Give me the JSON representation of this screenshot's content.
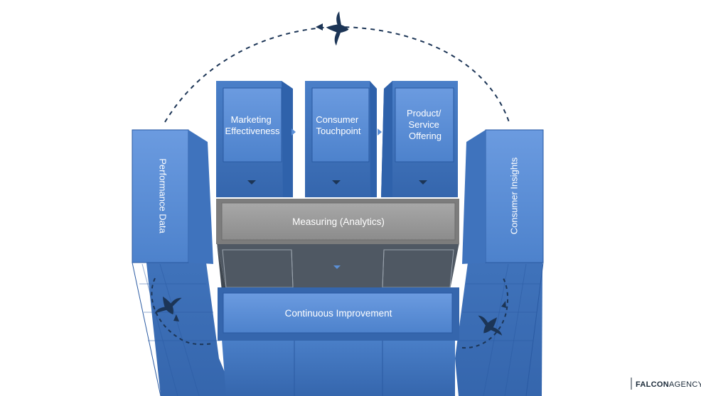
{
  "pillars": {
    "left": {
      "label": "Performance Data"
    },
    "right": {
      "label": "Consumer Insights"
    }
  },
  "columns": [
    {
      "lines": [
        "Marketing",
        "Effectiveness"
      ]
    },
    {
      "lines": [
        "Consumer",
        "Touchpoint"
      ]
    },
    {
      "lines": [
        "Product/",
        "Service",
        "Offering"
      ]
    }
  ],
  "bands": {
    "analytics": "Measuring (Analytics)",
    "improvement": "Continuous Improvement"
  },
  "brand": {
    "name_bold": "FALCON",
    "name_light": "AGENCY"
  },
  "colors": {
    "pillar_face": "#5b8fd6",
    "pillar_side": "#3f73bd",
    "pillar_edge": "#2a5aa2",
    "analytics_band": "#9a9a9a",
    "dark_gray": "#4f5863",
    "falcon": "#1c3556",
    "dashed_path": "#1c3556"
  },
  "icons": [
    "falcon-icon",
    "arrow-right-icon",
    "arrow-down-icon"
  ]
}
